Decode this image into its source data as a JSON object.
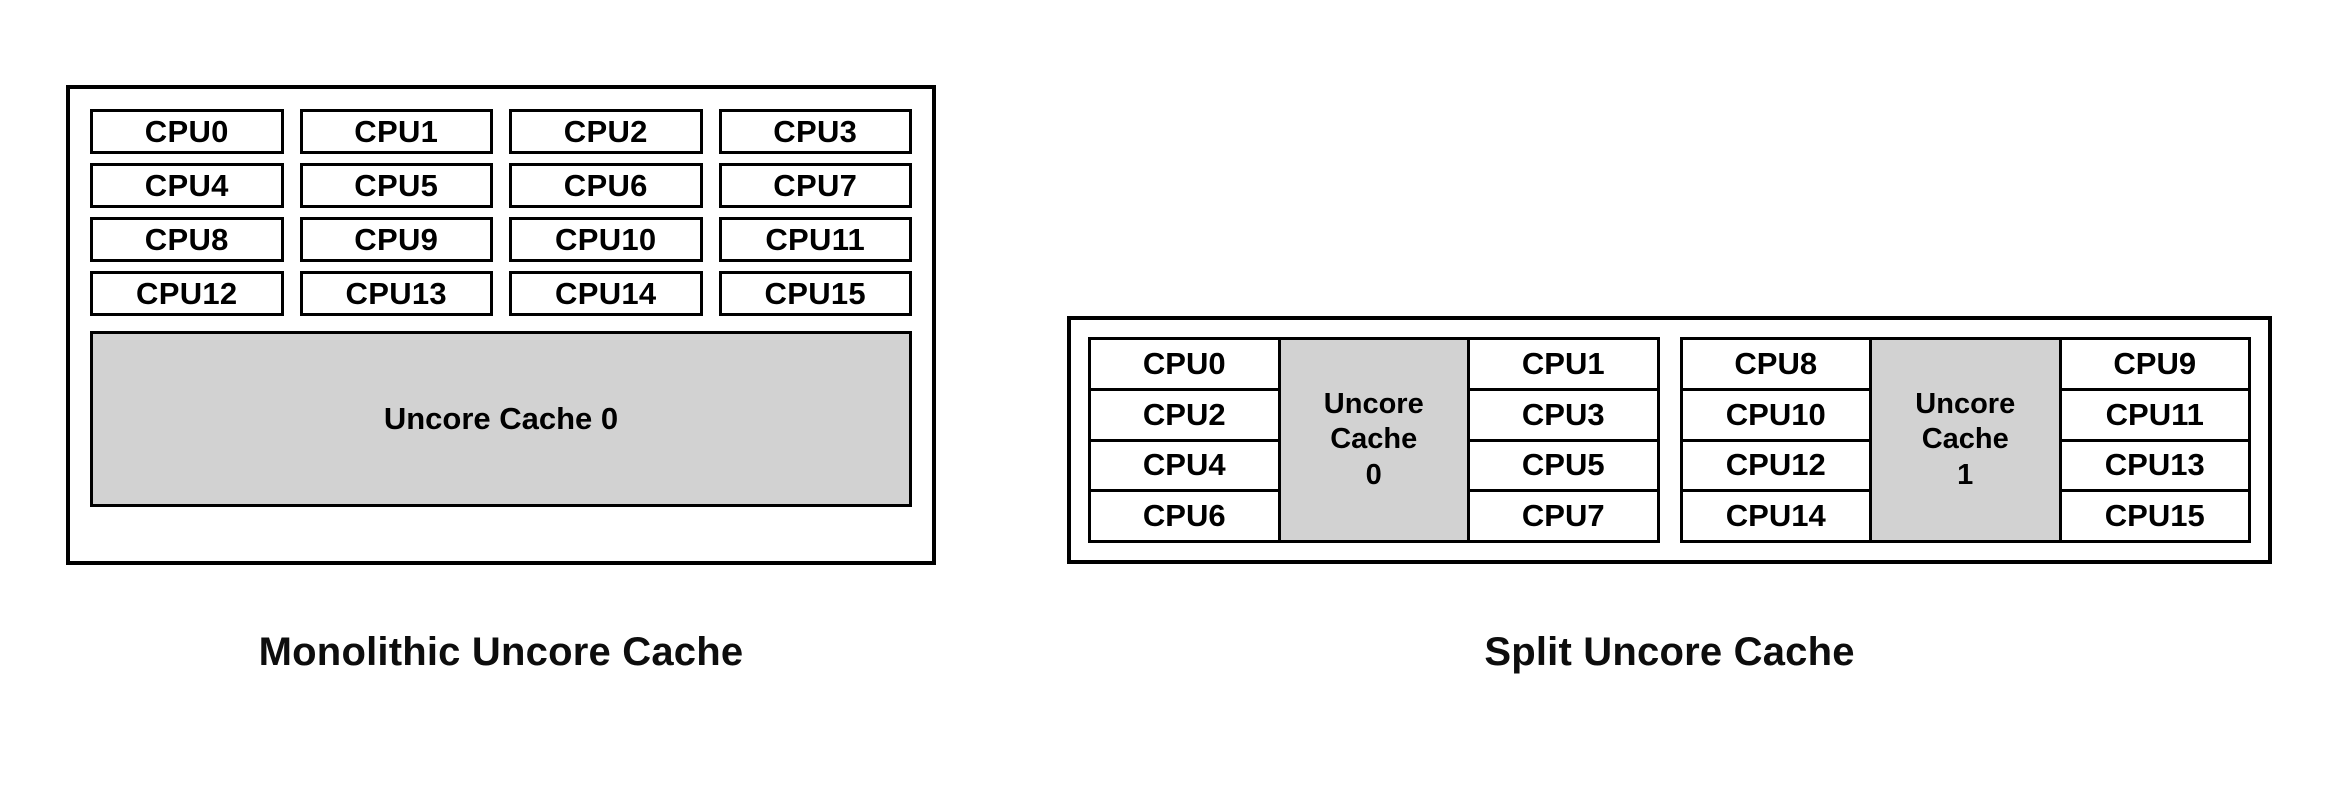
{
  "figure": {
    "background_color": "#ffffff",
    "line_color": "#000000",
    "cache_fill_color": "#d2d2d2",
    "cpu_fill_color": "#ffffff"
  },
  "monolithic": {
    "caption": "Monolithic Uncore Cache",
    "cpus": [
      "CPU0",
      "CPU1",
      "CPU2",
      "CPU3",
      "CPU4",
      "CPU5",
      "CPU6",
      "CPU7",
      "CPU8",
      "CPU9",
      "CPU10",
      "CPU11",
      "CPU12",
      "CPU13",
      "CPU14",
      "CPU15"
    ],
    "cache_label": "Uncore Cache 0"
  },
  "split": {
    "caption": "Split Uncore Cache",
    "clusters": [
      {
        "left_column": [
          "CPU0",
          "CPU2",
          "CPU4",
          "CPU6"
        ],
        "cache_line1": "Uncore",
        "cache_line2": "Cache",
        "cache_line3": "0",
        "right_column": [
          "CPU1",
          "CPU3",
          "CPU5",
          "CPU7"
        ]
      },
      {
        "left_column": [
          "CPU8",
          "CPU10",
          "CPU12",
          "CPU14"
        ],
        "cache_line1": "Uncore",
        "cache_line2": "Cache",
        "cache_line3": "1",
        "right_column": [
          "CPU9",
          "CPU11",
          "CPU13",
          "CPU15"
        ]
      }
    ]
  }
}
